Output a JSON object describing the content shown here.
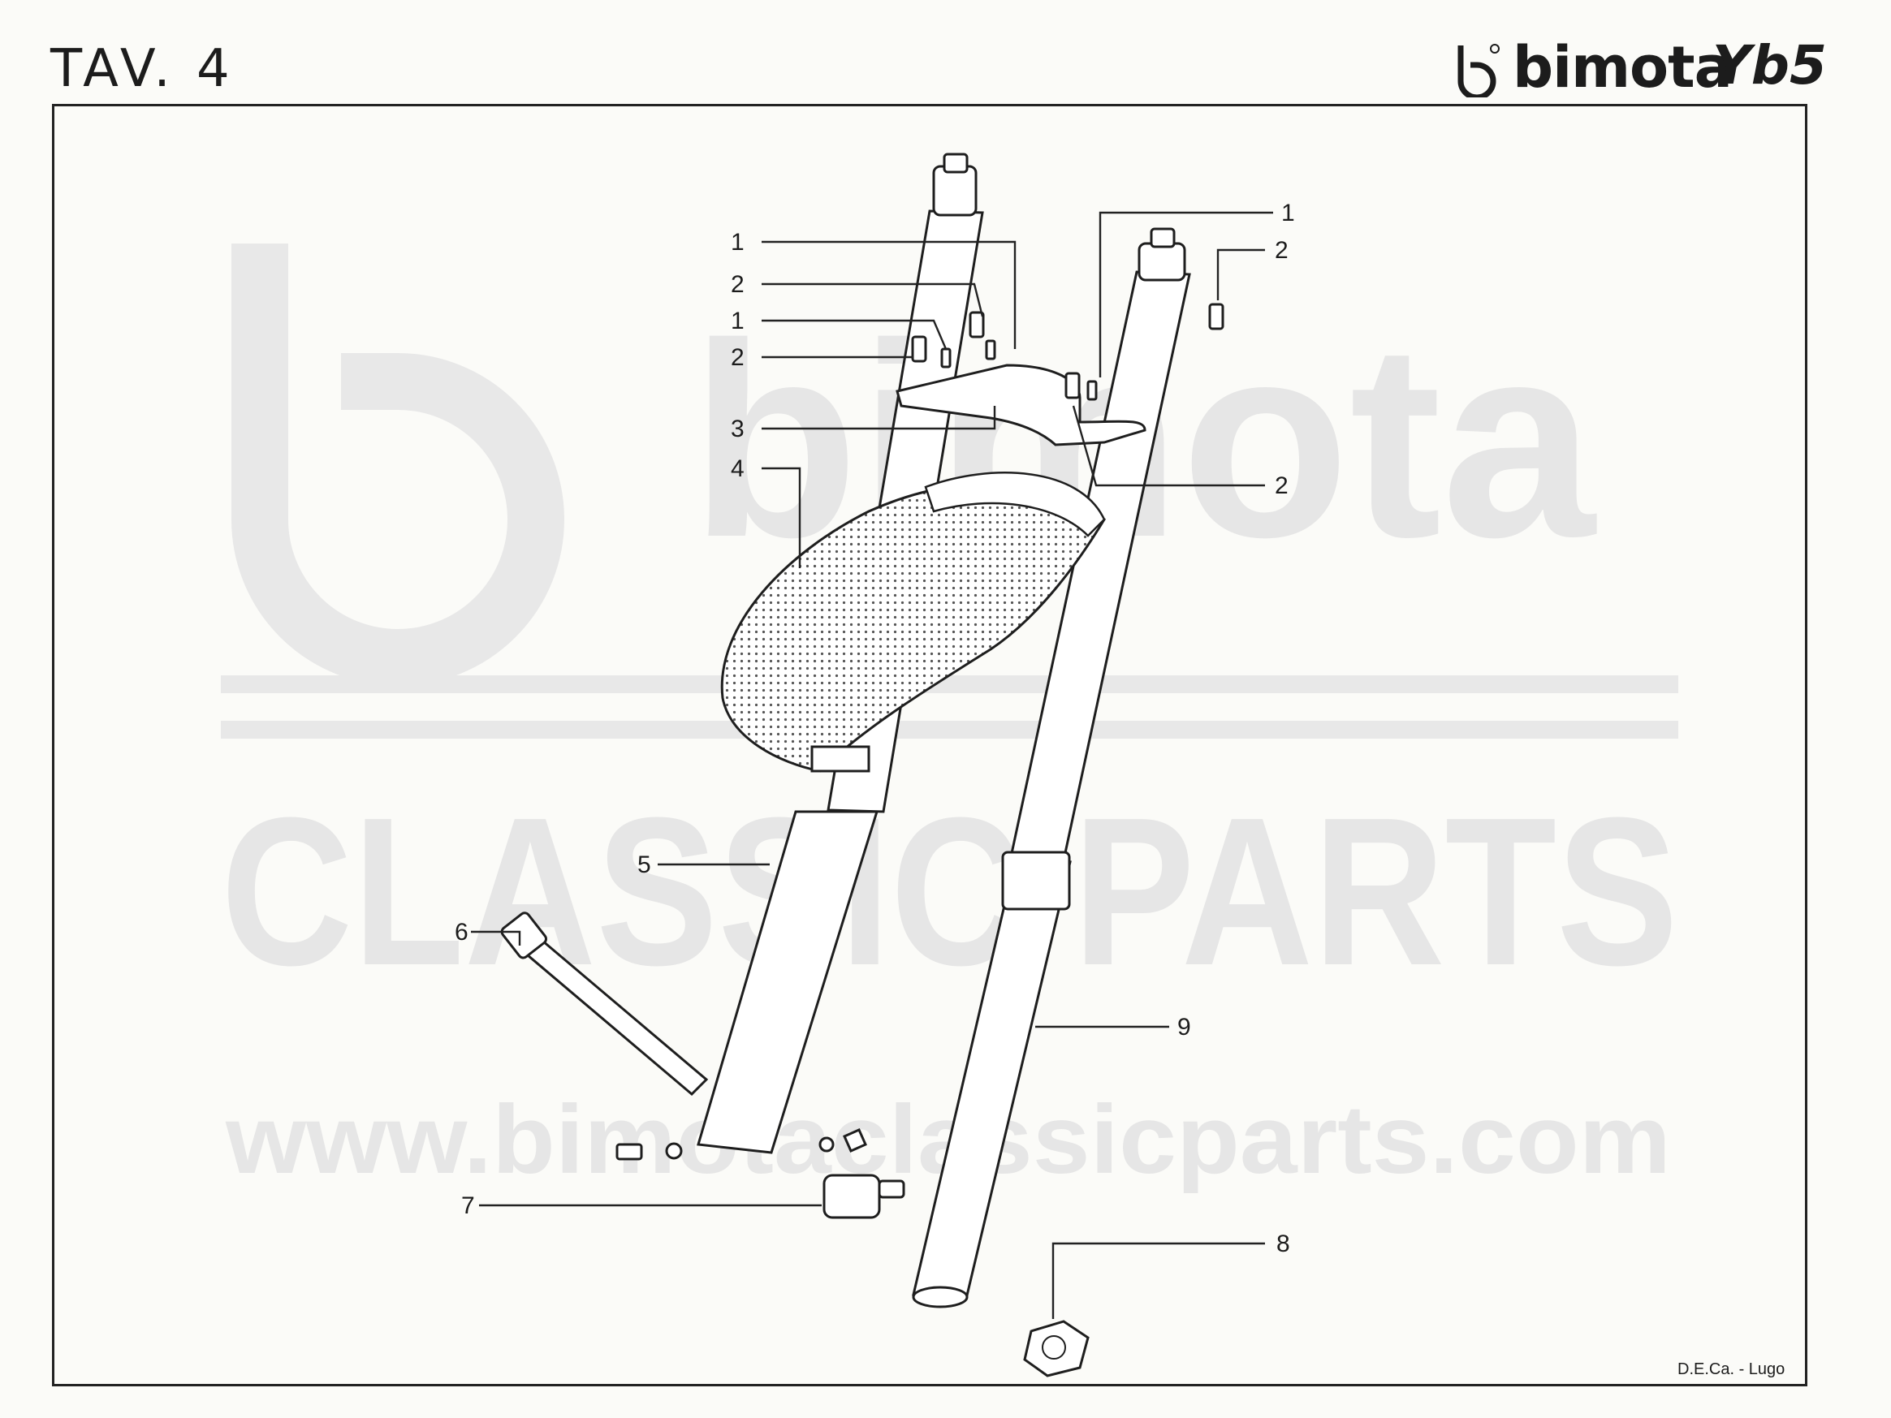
{
  "page": {
    "title": "TAV. 4",
    "brand": {
      "name": "bimota",
      "model": "Yb5"
    },
    "credit": "D.E.Ca. - Lugo"
  },
  "watermark": {
    "logo_text": "bimota",
    "line1": "CLASSIC PARTS",
    "line2": "www.bimotaclassicparts.com"
  },
  "callouts": [
    {
      "id": "c1a",
      "label": "1"
    },
    {
      "id": "c2a",
      "label": "2"
    },
    {
      "id": "c1b",
      "label": "1"
    },
    {
      "id": "c2b",
      "label": "2"
    },
    {
      "id": "c3",
      "label": "3"
    },
    {
      "id": "c4",
      "label": "4"
    },
    {
      "id": "c1c",
      "label": "1"
    },
    {
      "id": "c2c",
      "label": "2"
    },
    {
      "id": "c2d",
      "label": "2"
    },
    {
      "id": "c5",
      "label": "5"
    },
    {
      "id": "c6",
      "label": "6"
    },
    {
      "id": "c7",
      "label": "7"
    },
    {
      "id": "c8",
      "label": "8"
    },
    {
      "id": "c9",
      "label": "9"
    }
  ]
}
